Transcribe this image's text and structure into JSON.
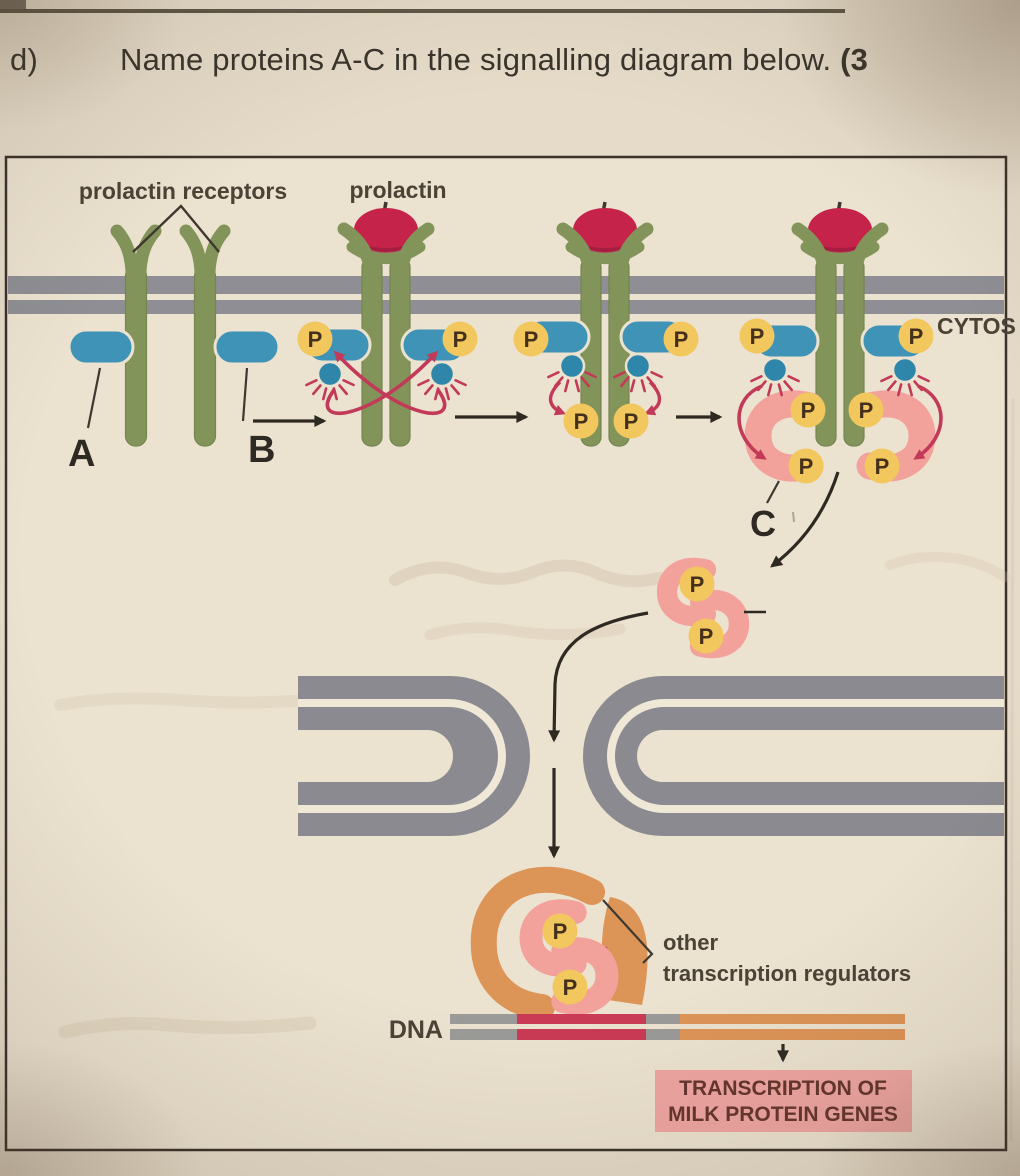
{
  "question": {
    "item_label": "d)",
    "text": "Name proteins A-C in the signalling diagram below. ",
    "marks_fragment": "(3"
  },
  "diagram": {
    "labels": {
      "prolactin_receptors": "prolactin receptors",
      "prolactin": "prolactin",
      "protein_a": "A",
      "protein_b": "B",
      "protein_c": "C",
      "cytosol_partial": "CYTOS",
      "phosphate": "P",
      "dna": "DNA",
      "other_regulators_line1": "other",
      "other_regulators_line2": "transcription regulators",
      "outcome_line1": "TRANSCRIPTION OF",
      "outcome_line2": "MILK PROTEIN GENES"
    },
    "colors": {
      "receptor_green": "#82945a",
      "jak_blue": "#3e93b7",
      "jak_ball_blue": "#2f86ab",
      "phosphate_yellow": "#f2c75e",
      "prolactin_red": "#c5234a",
      "stat_pink": "#f2a19b",
      "regulator_orange": "#dd9457",
      "membrane_gray": "#8e8e94",
      "nuclear_envelope_gray": "#8a8a90",
      "arrow_black": "#2e2a22",
      "arrow_red": "#c23a58",
      "outcome_box_pink": "#efa5a2",
      "dna_red": "#ca3a55",
      "dna_orange": "#dd9457",
      "dna_gray": "#9a9a98",
      "paper_cream": "#ece2d0"
    }
  }
}
